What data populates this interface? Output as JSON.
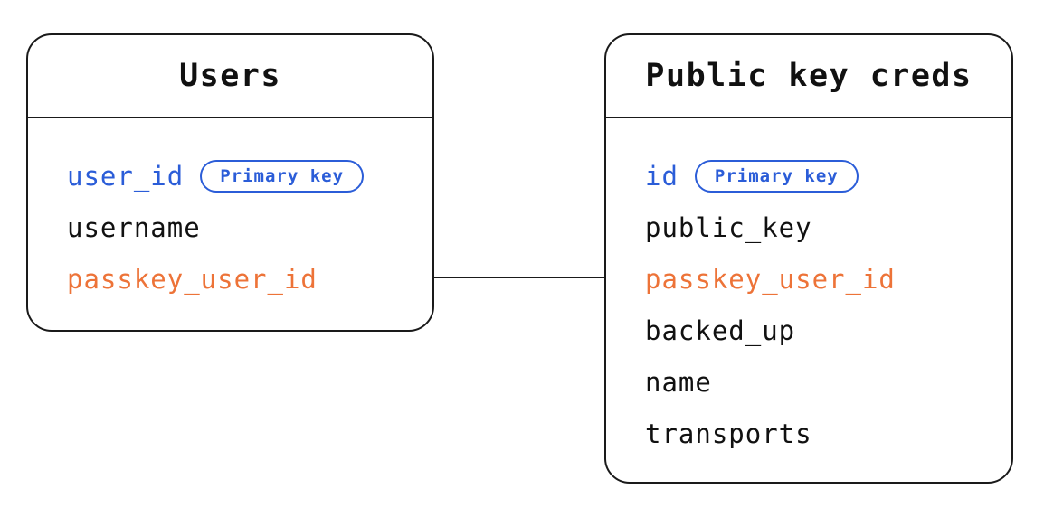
{
  "diagram": {
    "tables": [
      {
        "title": "Users",
        "fields": [
          {
            "name": "user_id",
            "color": "primary_key",
            "badge": "Primary key"
          },
          {
            "name": "username",
            "color": "default"
          },
          {
            "name": "passkey_user_id",
            "color": "foreign_key"
          }
        ]
      },
      {
        "title": "Public key creds",
        "fields": [
          {
            "name": "id",
            "color": "primary_key",
            "badge": "Primary key"
          },
          {
            "name": "public_key",
            "color": "default"
          },
          {
            "name": "passkey_user_id",
            "color": "foreign_key"
          },
          {
            "name": "backed_up",
            "color": "default"
          },
          {
            "name": "name",
            "color": "default"
          },
          {
            "name": "transports",
            "color": "default"
          }
        ]
      }
    ],
    "relationship": {
      "from_table": "Users",
      "from_field": "passkey_user_id",
      "to_table": "Public key creds",
      "to_field": "passkey_user_id"
    },
    "colors": {
      "primary_key": "#2b5dd8",
      "foreign_key": "#ed7338",
      "default": "#111111",
      "border": "#1a1a1a",
      "background": "#ffffff"
    }
  }
}
